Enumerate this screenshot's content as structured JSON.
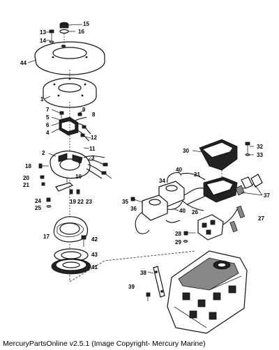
{
  "caption": "MercuryPartsOnline v2.5.1 (Image Copyright- Mercury Marine)",
  "labels": {
    "l1": "1",
    "l2": "2",
    "l3": "3",
    "l4": "4",
    "l5": "5",
    "l6": "6",
    "l7": "7",
    "l8": "8",
    "l9": "9",
    "l10": "10",
    "l11": "11",
    "l12": "12",
    "l13": "13",
    "l14": "14",
    "l15": "15",
    "l16": "16",
    "l17": "17",
    "l18": "18",
    "l19": "19",
    "l20": "20",
    "l21": "21",
    "l22": "22",
    "l23": "23",
    "l24": "24",
    "l25": "25",
    "l26": "26",
    "l27": "27",
    "l28": "28",
    "l29": "29",
    "l30": "30",
    "l31": "31",
    "l32": "32",
    "l33": "33",
    "l34": "34",
    "l35": "35",
    "l36": "36",
    "l37": "37",
    "l38": "38",
    "l39": "39",
    "l40a": "40",
    "l40b": "40",
    "l41": "41",
    "l42": "42",
    "l43": "43",
    "l44": "44"
  }
}
